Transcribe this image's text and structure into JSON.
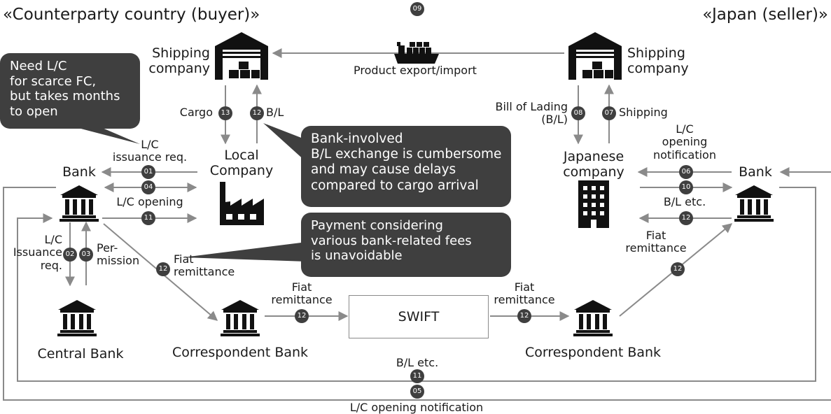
{
  "header": {
    "buyer_region": "«Counterparty country (buyer)»",
    "seller_region": "«Japan (seller)»"
  },
  "entities": {
    "shipping_company_left": "Shipping\ncompany",
    "shipping_company_right": "Shipping\ncompany",
    "local_company": "Local\nCompany",
    "japanese_company": "Japanese\ncompany",
    "bank_left": "Bank",
    "bank_right": "Bank",
    "central_bank": "Central Bank",
    "correspondent_bank_left": "Correspondent Bank",
    "correspondent_bank_right": "Correspondent Bank",
    "swift": "SWIFT"
  },
  "labels": {
    "product_export_import": "Product export/import",
    "cargo": "Cargo",
    "bl_left": "B/L",
    "bill_of_lading": "Bill of Lading\n(B/L)",
    "shipping": "Shipping",
    "lc_issuance_req_top": "L/C\nissuance req.",
    "lc_opening": "L/C opening",
    "lc_issuance_req_left": "L/C\nIssuance\nreq.",
    "permission": "Per-\nmission",
    "fiat_remittance_bank": "Fiat\nremittance",
    "fiat_remittance_mid_left": "Fiat\nremittance",
    "fiat_remittance_mid_right": "Fiat\nremittance",
    "fiat_remittance_right": "Fiat\nremittance",
    "lc_opening_notification_right": "L/C\nopening\nnotification",
    "bl_etc_right": "B/L etc.",
    "bl_etc_bottom": "B/L etc.",
    "lc_opening_notification_bottom": "L/C opening notification"
  },
  "step_numbers": {
    "s01": "01",
    "s02": "02",
    "s03": "03",
    "s04": "04",
    "s05": "05",
    "s06": "06",
    "s07": "07",
    "s08": "08",
    "s09": "09",
    "s10": "10",
    "s11": "11",
    "s12": "12",
    "s13": "13"
  },
  "callouts": {
    "need_lc": [
      "Need L/C",
      "for scarce FC,",
      "but takes months",
      "to open"
    ],
    "bank_involved": [
      "Bank-involved",
      "B/L exchange is cumbersome",
      "and may cause delays",
      "compared to cargo arrival"
    ],
    "payment_fees": [
      "Payment considering",
      "various bank-related fees",
      "is unavoidable"
    ]
  },
  "icons": {
    "warehouse": "warehouse-icon",
    "ship": "ship-icon",
    "factory": "factory-icon",
    "office": "office-building-icon",
    "bank": "bank-icon"
  },
  "colors": {
    "arrow": "#8a8a8a",
    "bubble": "#3f3f3f",
    "icon": "#111111",
    "badge": "#3f3f3f"
  }
}
